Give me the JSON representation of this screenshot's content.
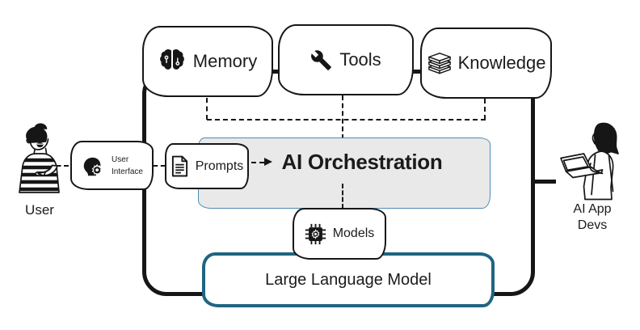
{
  "colors": {
    "line": "#161616",
    "orch-fill": "#e9e9e9",
    "orch-border": "#4f8cb5",
    "llm-border": "#1f6581"
  },
  "nodes": {
    "memory": {
      "label": "Memory",
      "icon": "brain-icon"
    },
    "tools": {
      "label": "Tools",
      "icon": "wrench-icon"
    },
    "knowledge": {
      "label": "Knowledge",
      "icon": "books-icon"
    },
    "user_interface": {
      "label_line1": "User",
      "label_line2": "Interface",
      "icon": "head-gear-icon"
    },
    "prompts": {
      "label": "Prompts",
      "icon": "document-icon"
    },
    "orchestration": {
      "label": "AI Orchestration"
    },
    "models": {
      "label": "Models",
      "icon": "chip-icon"
    },
    "llm": {
      "label": "Large Language Model"
    }
  },
  "actors": {
    "user": {
      "label": "User"
    },
    "devs": {
      "label_line1": "AI App",
      "label_line2": "Devs"
    }
  }
}
